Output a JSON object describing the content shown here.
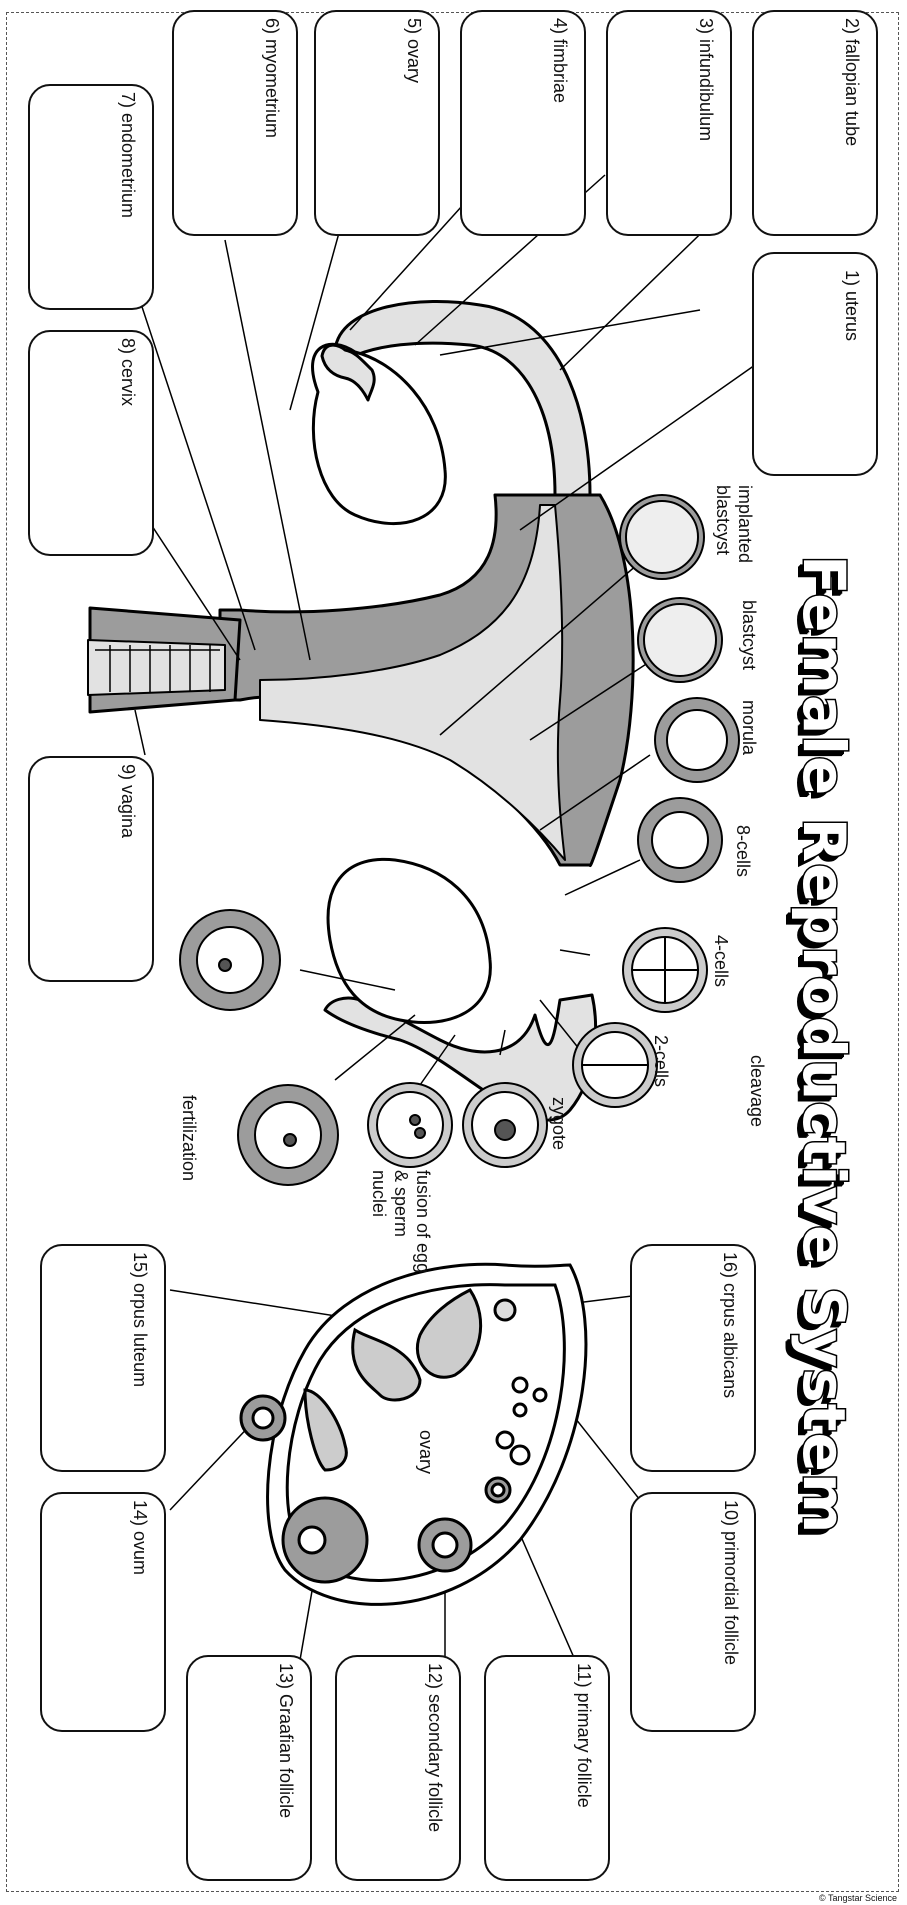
{
  "title": "Female Reproductive System",
  "labels": {
    "uterus": "1) uterus",
    "fallopian_tube": "2) fallopian tube",
    "infundibulum": "3) infundibulum",
    "fimbriae": "4) fimbriae",
    "ovary": "5) ovary",
    "myometrium": "6) myometrium",
    "endometrium": "7) endometrium",
    "cervix": "8) cervix",
    "vagina": "9) vagina",
    "primordial_follicle": "10) primordial follicle",
    "primary_follicle": "11) primary follicle",
    "secondary_follicle": "12) secondary follicle",
    "graafian_follicle": "13) Graafian follicle",
    "ovum": "14) ovum",
    "corpus_luteum": "15) orpus luteum",
    "corpus_albicans": "16) crpus albicans"
  },
  "stages": {
    "implanted_blastocyst": "implanted blastcyst",
    "blastocyst": "blastcyst",
    "morula": "morula",
    "eight_cells": "8-cells",
    "four_cells": "4-cells",
    "two_cells": "2-cells",
    "cleavage": "cleavage",
    "zygote": "zygote",
    "fusion": "fusion of egg & sperm nuclei",
    "fertilization": "fertilization",
    "ovary_inner": "ovary"
  },
  "copyright": "© Tangstar Science"
}
